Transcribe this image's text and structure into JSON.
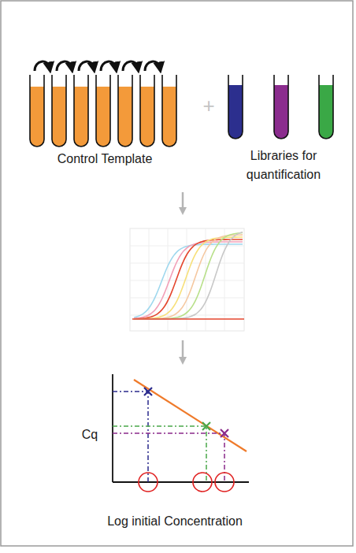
{
  "diagram": {
    "labels": [
      "Control Template",
      "+",
      "Libraries for quantification",
      "Cq",
      "Log initial Concentration"
    ]
  }
}
